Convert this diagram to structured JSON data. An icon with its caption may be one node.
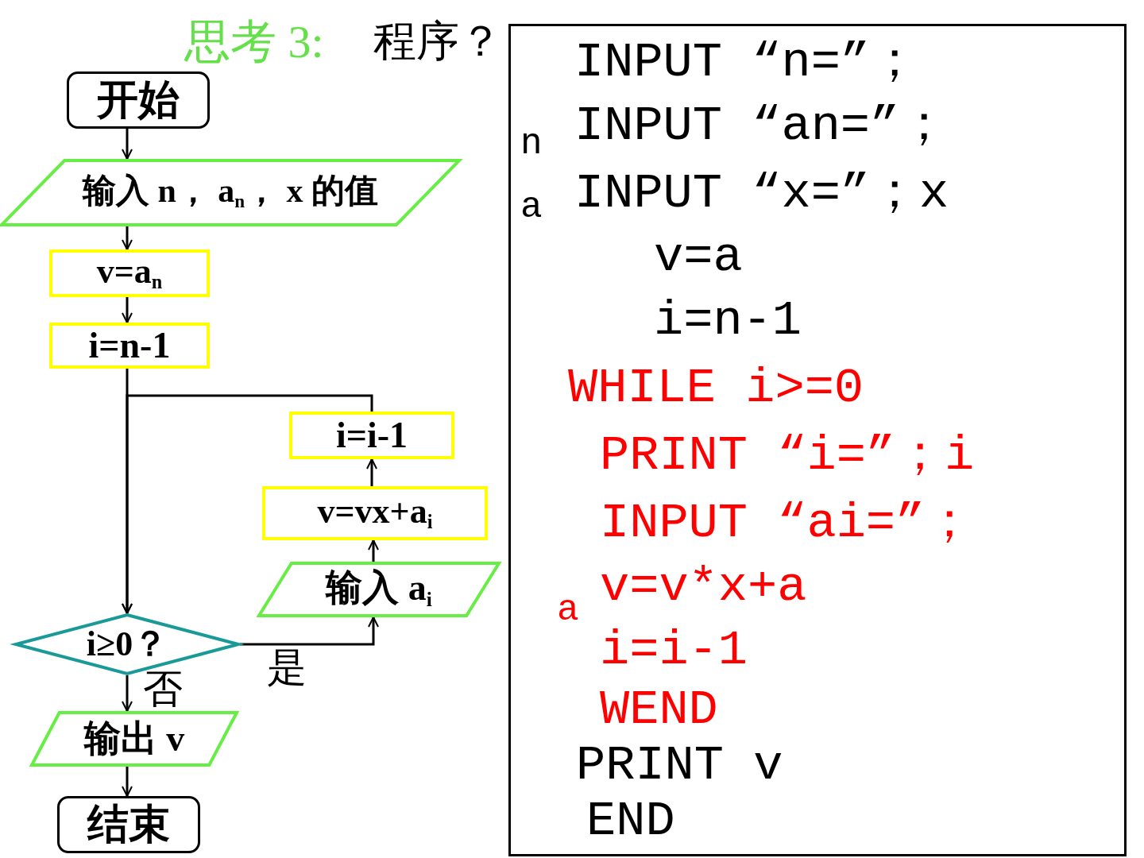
{
  "diagram": {
    "title": "思考 3:",
    "nodes": [
      {
        "text": [
          "开始"
        ]
      },
      {
        "text": [
          "输入 n， a$_{n}$， x 的值"
        ]
      },
      {
        "text": [
          "v=a$_{n}$"
        ]
      },
      {
        "text": [
          "i=n-1"
        ]
      },
      {
        "text": [
          "i≥0？"
        ]
      },
      {
        "text": [
          "输入 a$_{i}$"
        ]
      },
      {
        "text": [
          "v=vx+a$_{i}$"
        ]
      },
      {
        "text": [
          "i=i-1"
        ]
      },
      {
        "text": [
          "输出 v"
        ]
      },
      {
        "text": [
          "结束"
        ]
      },
      {
        "text": [
          "INPUT “n=”；",
          "n",
          "INPUT “an=”；",
          "a",
          "INPUT “x=”；x",
          "v=a",
          "i=n-1",
          "WHILE i>=0",
          "PRINT “i=”；i",
          "INPUT “ai=”；",
          "v=v*x+a",
          "a",
          "i=i-1",
          "WEND",
          "PRINT v",
          "END"
        ]
      }
    ],
    "edges": [
      {
        "from": 0,
        "to": 1,
        "arrow": "to"
      },
      {
        "from": 1,
        "to": 2,
        "arrow": "to"
      },
      {
        "from": 2,
        "to": 3,
        "arrow": "to"
      },
      {
        "from": 3,
        "to": 4,
        "arrow": "to"
      },
      {
        "from": 4,
        "to": 5,
        "arrow": "to",
        "label": "是"
      },
      {
        "from": 5,
        "to": 6,
        "arrow": "to"
      },
      {
        "from": 6,
        "to": 7,
        "arrow": "to"
      },
      {
        "from": 7,
        "to": 4,
        "arrow": "to"
      },
      {
        "from": 4,
        "to": 8,
        "arrow": "to",
        "label": "否"
      },
      {
        "from": 8,
        "to": 9,
        "arrow": "to"
      }
    ],
    "labels": [
      "程序？"
    ]
  }
}
